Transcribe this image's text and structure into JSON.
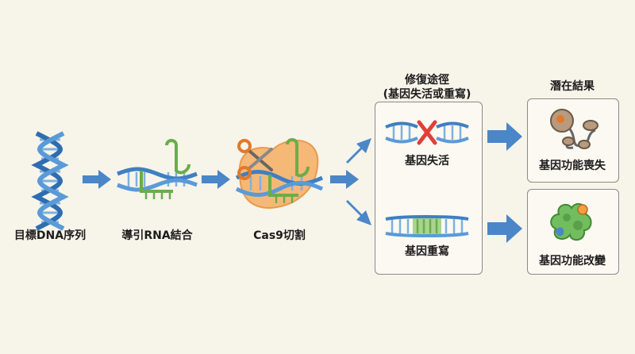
{
  "steps": {
    "target_dna": "目標DNA序列",
    "guide_rna": "導引RNA結合",
    "cas9_cut": "Cas9切割"
  },
  "pathway": {
    "title_line1": "修復途徑",
    "title_line2": "(基因失活或重寫)",
    "inactivation": "基因失活",
    "rewrite": "基因重寫"
  },
  "outcome": {
    "title": "潛在結果",
    "loss": "基因功能喪失",
    "change": "基因功能改變"
  },
  "colors": {
    "dna_blue": "#3f7fc2",
    "rna_green": "#6aad4a",
    "cas9_orange": "#f5b877",
    "arrow_blue": "#4a86c8",
    "cut_red": "#e0403a"
  }
}
